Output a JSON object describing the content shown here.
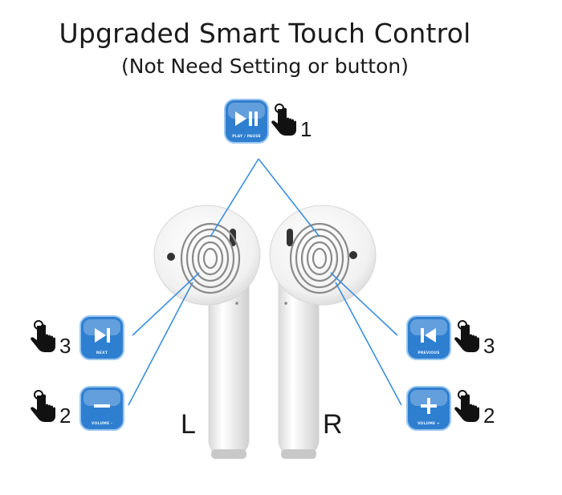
{
  "title": "Upgraded Smart Touch Control",
  "subtitle": "(Not Need Setting or button)",
  "controls": {
    "play_pause": {
      "label": "PLAY / PAUSE",
      "taps": "1",
      "icon": "play-pause-icon"
    },
    "next": {
      "label": "NEXT",
      "taps": "3",
      "icon": "next-track-icon"
    },
    "volume_down": {
      "label": "VOLUME -",
      "taps": "2",
      "icon": "minus-icon"
    },
    "previous": {
      "label": "PREVIOUS",
      "taps": "3",
      "icon": "previous-track-icon"
    },
    "volume_up": {
      "label": "VOLUME +",
      "taps": "2",
      "icon": "plus-icon"
    }
  },
  "earbuds": {
    "left": "L",
    "right": "R"
  },
  "colors": {
    "line": "#3b8fe0",
    "button": "#2f7fd0",
    "hand": "#111111"
  }
}
